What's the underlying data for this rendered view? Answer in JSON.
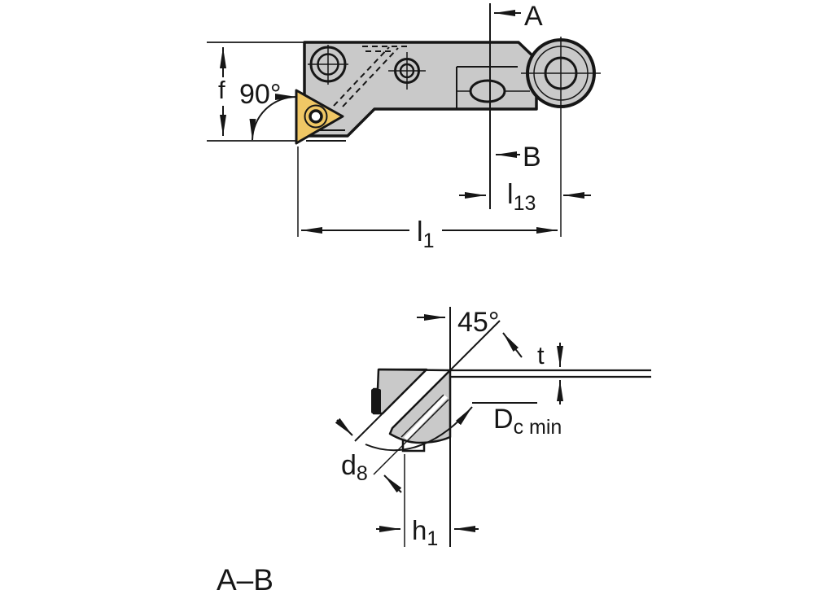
{
  "drawing": {
    "section_title": "A–B",
    "colors": {
      "body_gray": "#c9c9c9",
      "insert_gold": "#f0c765",
      "line": "#161616",
      "background": "#ffffff"
    },
    "top_view": {
      "labels": {
        "height_dim": "f",
        "lead_angle": "90°",
        "section_plane_top": "A",
        "section_plane_bottom": "B",
        "l13_main": "l",
        "l13_sub": "13",
        "l1_main": "l",
        "l1_sub": "1"
      }
    },
    "section_view": {
      "labels": {
        "chamfer_angle": "45°",
        "depth_dim": "t",
        "dc_main": "D",
        "dc_sub": "c min",
        "d8_main": "d",
        "d8_sub": "8",
        "h1_main": "h",
        "h1_sub": "1"
      }
    }
  }
}
